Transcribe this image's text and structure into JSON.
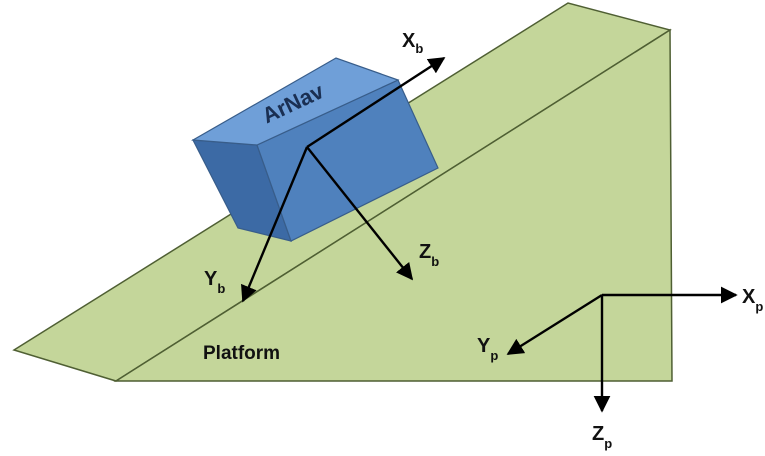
{
  "labels": {
    "box": "ArNav",
    "platform": "Platform",
    "xb": {
      "main": "X",
      "sub": "b"
    },
    "yb": {
      "main": "Y",
      "sub": "b"
    },
    "zb": {
      "main": "Z",
      "sub": "b"
    },
    "xp": {
      "main": "X",
      "sub": "p"
    },
    "yp": {
      "main": "Y",
      "sub": "p"
    },
    "zp": {
      "main": "Z",
      "sub": "p"
    }
  },
  "colors": {
    "ramp_fill": "#c4d69a",
    "ramp_stroke": "#4f5f33",
    "box_front": "#4f81bd",
    "box_top": "#6f9fd8",
    "box_left": "#3c6aa5",
    "box_stroke": "#385d8a",
    "arrow": "#000000"
  }
}
